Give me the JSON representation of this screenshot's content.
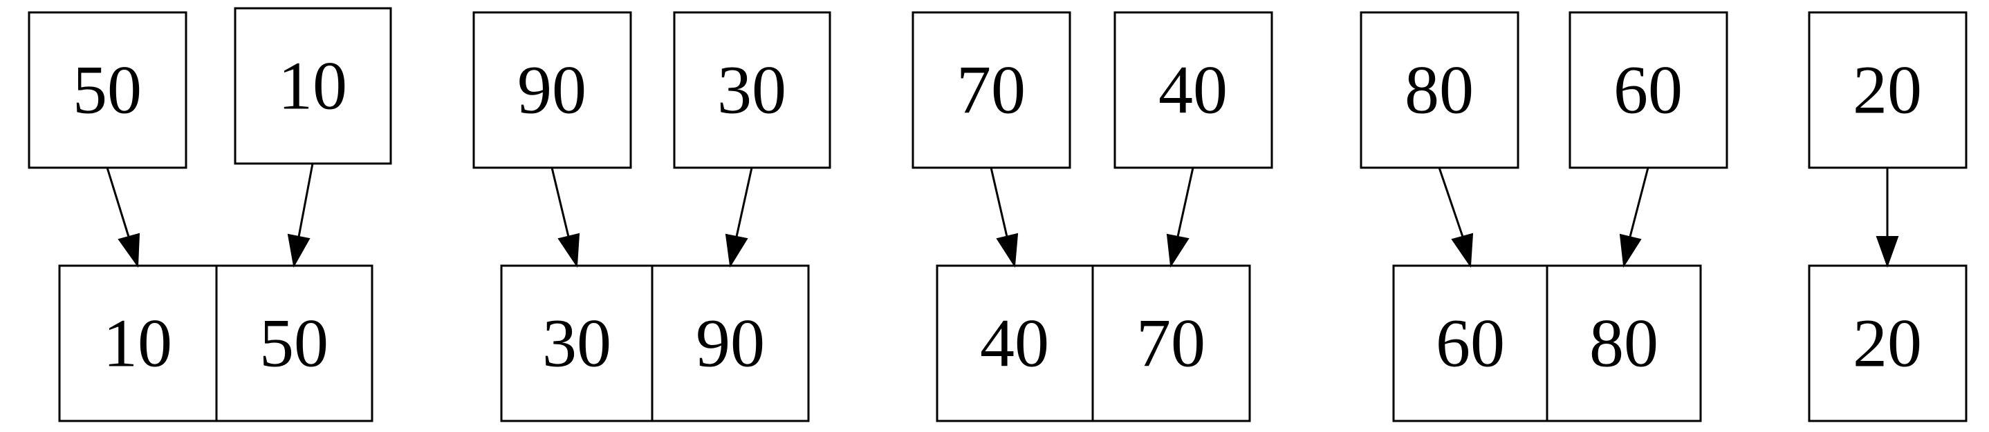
{
  "groups": [
    {
      "inputs": [
        "50",
        "10"
      ],
      "merged": [
        "10",
        "50"
      ]
    },
    {
      "inputs": [
        "90",
        "30"
      ],
      "merged": [
        "30",
        "90"
      ]
    },
    {
      "inputs": [
        "70",
        "40"
      ],
      "merged": [
        "40",
        "70"
      ]
    },
    {
      "inputs": [
        "80",
        "60"
      ],
      "merged": [
        "60",
        "80"
      ]
    },
    {
      "inputs": [
        "20"
      ],
      "merged": [
        "20"
      ]
    }
  ]
}
